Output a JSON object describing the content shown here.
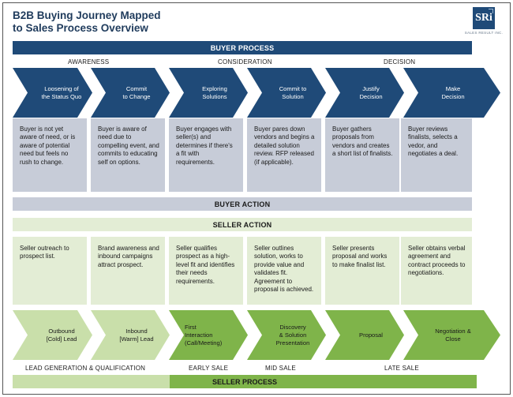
{
  "title_line1": "B2B Buying Journey Mapped",
  "title_line2": "to Sales Process Overview",
  "logo": {
    "text": "SRi",
    "tagline": "SALES RESULT INC."
  },
  "colors": {
    "navy": "#1f4a78",
    "buyer_box": "#c7ccd8",
    "seller_box": "#e3edd5",
    "green_light": "#c9dfaa",
    "green_dark": "#7fb44a"
  },
  "buyer_process": "BUYER PROCESS",
  "buyer_stages": {
    "awareness": "AWARENESS",
    "consideration": "CONSIDERATION",
    "decision": "DECISION"
  },
  "buyer_steps": [
    {
      "line1": "Loosening of",
      "line2": "the Status Quo"
    },
    {
      "line1": "Commit",
      "line2": "to Change"
    },
    {
      "line1": "Exploring",
      "line2": "Solutions"
    },
    {
      "line1": "Commit to",
      "line2": "Solution"
    },
    {
      "line1": "Justify",
      "line2": "Decision"
    },
    {
      "line1": "Make",
      "line2": "Decision"
    }
  ],
  "buyer_descriptions": [
    "Buyer is not yet aware of need, or is aware of potential need but feels no rush to change.",
    "Buyer is aware of need due to compelling event, and commits to educating self on options.",
    "Buyer engages with seller(s) and determines if there's a fit with requirements.",
    "Buyer pares down vendors and begins a detailed solution review. RFP released (if applicable).",
    "Buyer gathers proposals from vendors and creates a short list of finalists.",
    "Buyer reviews finalists, selects a vedor, and negotiates a deal."
  ],
  "buyer_action": "BUYER ACTION",
  "seller_action": "SELLER ACTION",
  "seller_descriptions": [
    "Seller outreach to prospect list.",
    "Brand awareness and inbound campaigns attract prospect.",
    "Seller qualifies prospect as a high-level fit and identifies their needs requirements.",
    "Seller outlines solution, works to provide value and validates fit. Agreement to proposal is achieved.",
    "Seller presents proposal and works to make finalist list.",
    "Seller obtains verbal agreement and contract proceeds to negotiations."
  ],
  "seller_steps": [
    {
      "line1": "Outbound",
      "line2": "[Cold] Lead",
      "line3": ""
    },
    {
      "line1": "Inbound",
      "line2": "[Warm] Lead",
      "line3": ""
    },
    {
      "line1": "First",
      "line2": "Interaction",
      "line3": "(Call/Meeting)"
    },
    {
      "line1": "Discovery",
      "line2": "& Solution",
      "line3": "Presentation"
    },
    {
      "line1": "Proposal",
      "line2": "",
      "line3": ""
    },
    {
      "line1": "Negotiation &",
      "line2": "Close",
      "line3": ""
    }
  ],
  "seller_stages": {
    "lead_gen": "LEAD GENERATION & QUALIFICATION",
    "early": "EARLY SALE",
    "mid": "MID SALE",
    "late": "LATE SALE"
  },
  "seller_process": "SELLER PROCESS"
}
